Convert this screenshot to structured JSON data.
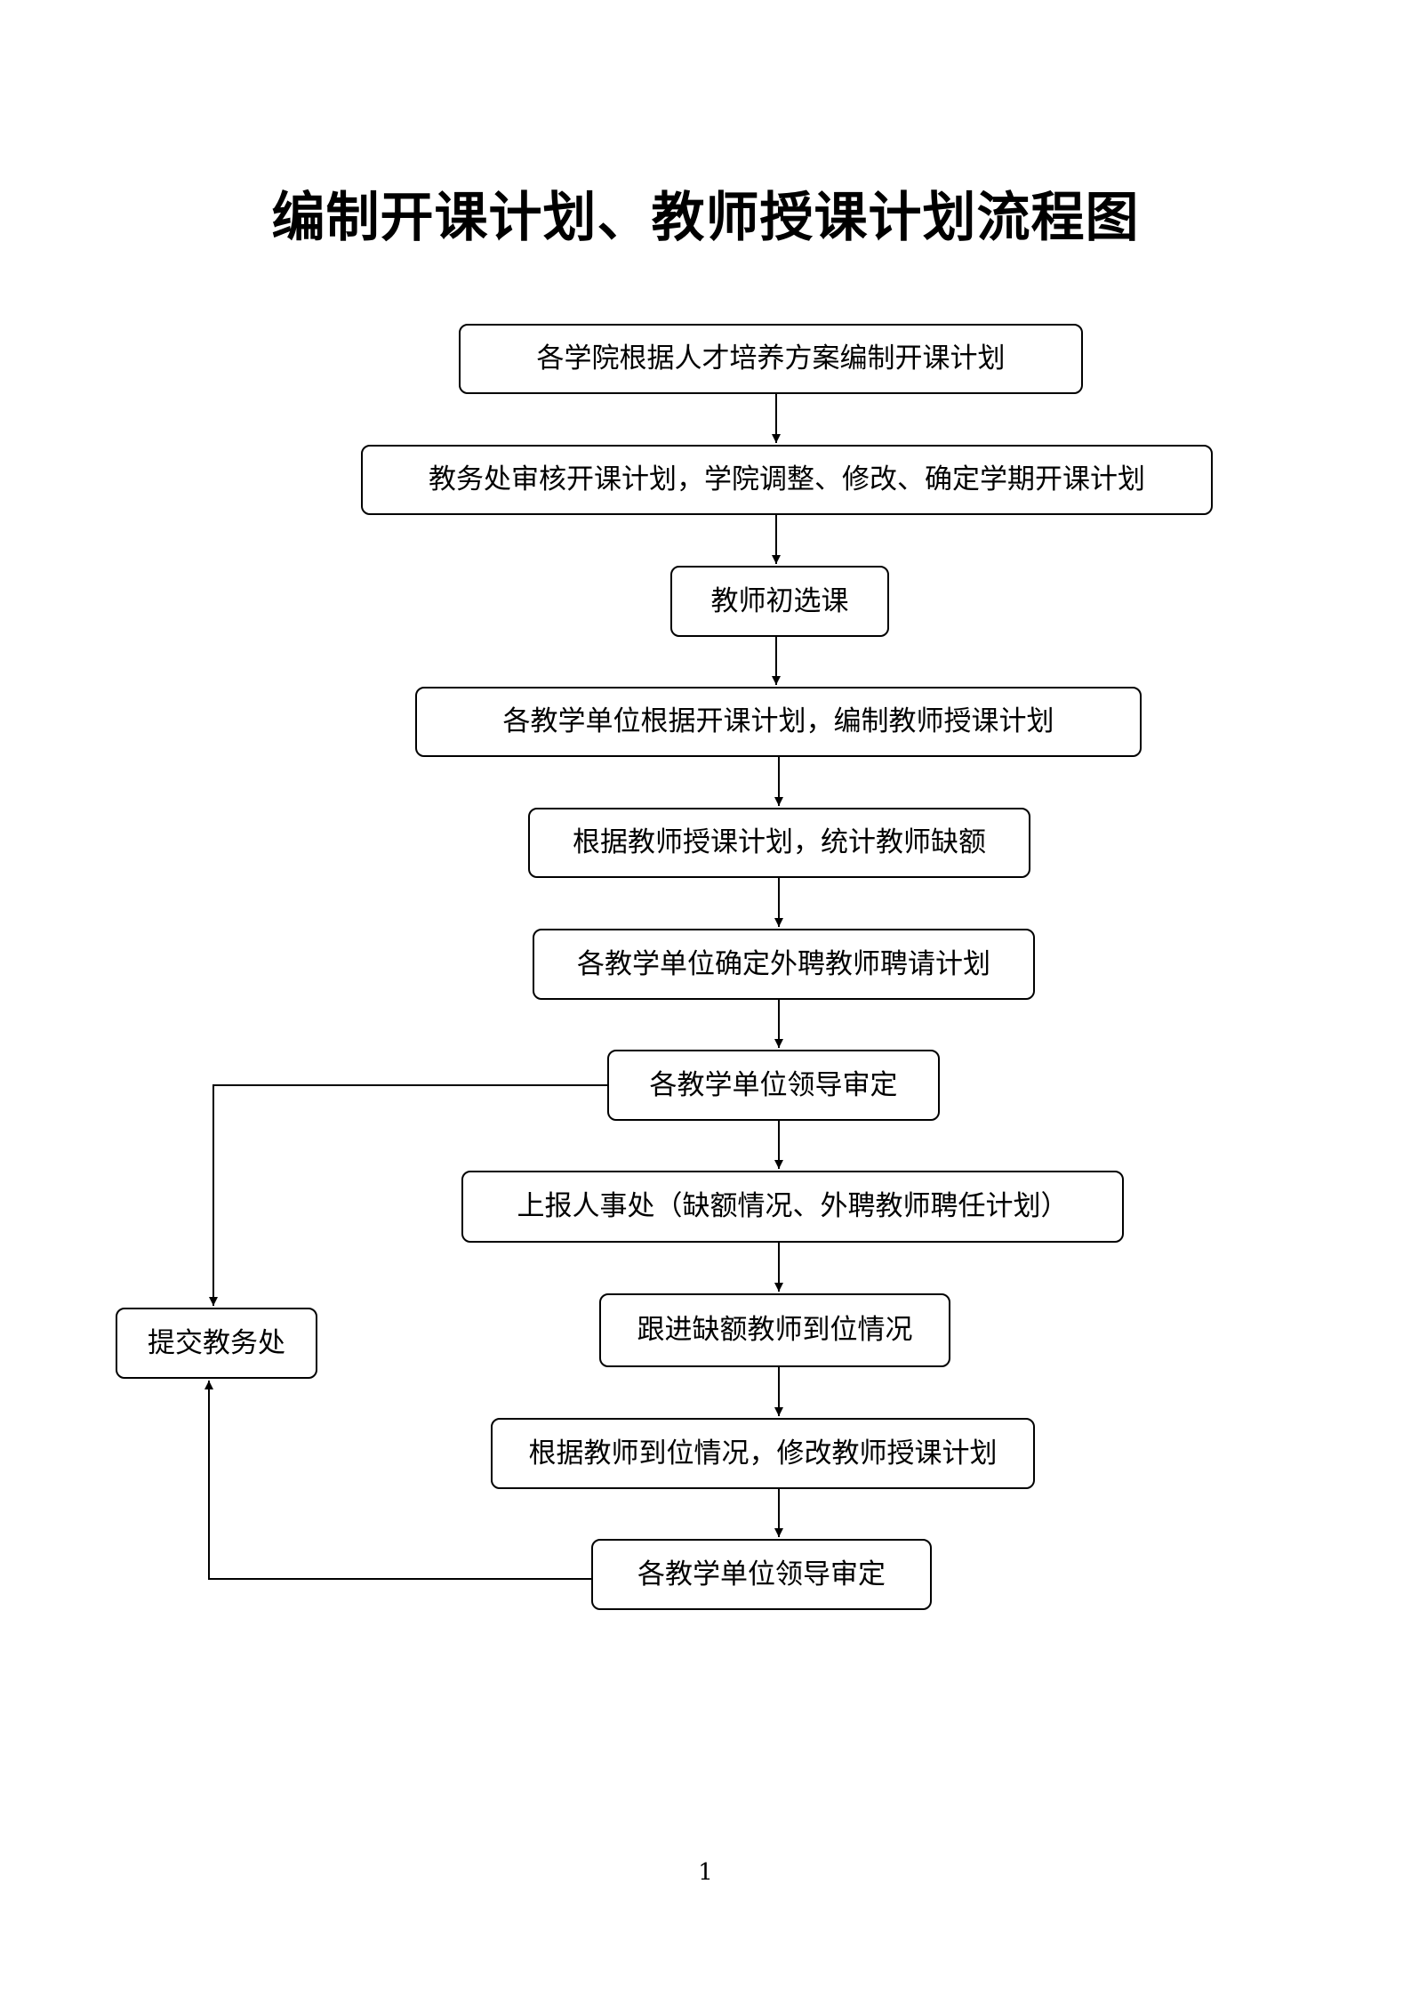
{
  "title": "编制开课计划、教师授课计划流程图",
  "page_number": "1",
  "nodes": {
    "n1": "各学院根据人才培养方案编制开课计划",
    "n2": "教务处审核开课计划，学院调整、修改、确定学期开课计划",
    "n3": "教师初选课",
    "n4": "各教学单位根据开课计划，编制教师授课计划",
    "n5": "根据教师授课计划，统计教师缺额",
    "n6": "各教学单位确定外聘教师聘请计划",
    "n7": "各教学单位领导审定",
    "n8": "上报人事处（缺额情况、外聘教师聘任计划）",
    "n9": "跟进缺额教师到位情况",
    "n10": "根据教师到位情况，修改教师授课计划",
    "n11": "各教学单位领导审定",
    "side": "提交教务处"
  },
  "edges": [
    {
      "from": "n1",
      "to": "n2"
    },
    {
      "from": "n2",
      "to": "n3"
    },
    {
      "from": "n3",
      "to": "n4"
    },
    {
      "from": "n4",
      "to": "n5"
    },
    {
      "from": "n5",
      "to": "n6"
    },
    {
      "from": "n6",
      "to": "n7"
    },
    {
      "from": "n7",
      "to": "n8"
    },
    {
      "from": "n8",
      "to": "n9"
    },
    {
      "from": "n9",
      "to": "n10"
    },
    {
      "from": "n10",
      "to": "n11"
    },
    {
      "from": "n7",
      "to": "side"
    },
    {
      "from": "n11",
      "to": "side"
    }
  ]
}
